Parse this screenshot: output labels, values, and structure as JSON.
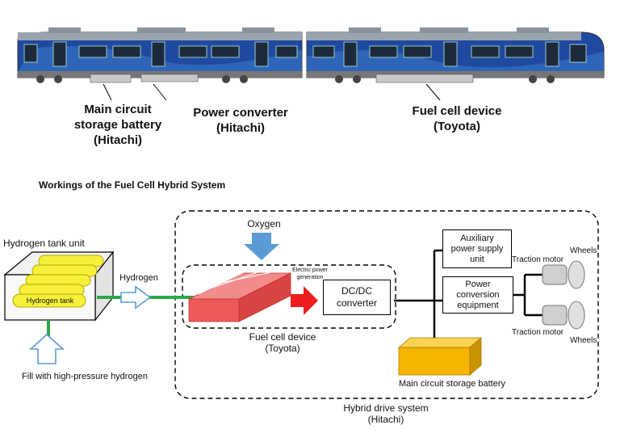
{
  "train": {
    "labels": {
      "battery": [
        "Main circuit",
        "storage battery",
        "(Hitachi)"
      ],
      "converter": [
        "Power converter",
        "(Hitachi)"
      ],
      "fuelcell": [
        "Fuel cell device",
        "(Toyota)"
      ]
    }
  },
  "diagram": {
    "title": "Workings of the Fuel Cell Hybrid System",
    "oxygen": "Oxygen",
    "hydrogen_tank_unit": "Hydrogen tank unit",
    "hydrogen_tank": "Hydrogen tank",
    "hydrogen": "Hydrogen",
    "fill": "Fill with high-pressure hydrogen",
    "electric_power_generation": [
      "Electric power",
      "generation"
    ],
    "dcdc": [
      "DC/DC",
      "converter"
    ],
    "fuel_cell_device": [
      "Fuel cell device",
      "(Toyota)"
    ],
    "auxiliary": [
      "Auxiliary",
      "power supply",
      "unit"
    ],
    "power_conversion": [
      "Power",
      "conversion",
      "equipment"
    ],
    "traction_motor_top": "Traction motor",
    "traction_motor_bottom": "Traction motor",
    "wheels_top": "Wheels",
    "wheels_bottom": "Wheels",
    "main_battery": "Main circuit storage battery",
    "hybrid_drive": [
      "Hybrid drive system",
      "(Hitachi)"
    ]
  },
  "colors": {
    "train_blue": "#1f4aa0",
    "cell_red": "#ee5a5a",
    "tank_yellow": "#f6f03a",
    "battery_orange": "#f4b400",
    "line_green": "#2ea84a",
    "arrow_blue": "#5b9bd5",
    "arrow_red": "#ee1c1c"
  }
}
